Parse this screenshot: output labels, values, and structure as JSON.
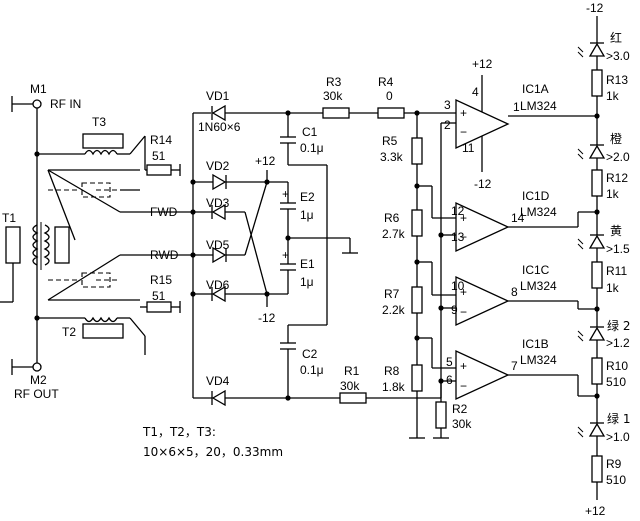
{
  "ports": {
    "m1": "M1",
    "rf_in": "RF IN",
    "m2": "M2",
    "rf_out": "RF OUT",
    "fwd": "FWD",
    "rwd": "RWD"
  },
  "transformers": {
    "t1": "T1",
    "t2": "T2",
    "t3": "T3"
  },
  "resistors": {
    "r14": {
      "name": "R14",
      "value": "51"
    },
    "r15": {
      "name": "R15",
      "value": "51"
    },
    "r3": {
      "name": "R3",
      "value": "30k"
    },
    "r4": {
      "name": "R4",
      "value": "0"
    },
    "r1": {
      "name": "R1",
      "value": "30k"
    },
    "r5": {
      "name": "R5",
      "value": "3.3k"
    },
    "r6": {
      "name": "R6",
      "value": "2.7k"
    },
    "r7": {
      "name": "R7",
      "value": "2.2k"
    },
    "r8": {
      "name": "R8",
      "value": "1.8k"
    },
    "r2": {
      "name": "R2",
      "value": "30k"
    },
    "r13": {
      "name": "R13",
      "value": "1k"
    },
    "r12": {
      "name": "R12",
      "value": "1k"
    },
    "r11": {
      "name": "R11",
      "value": "1k"
    },
    "r10": {
      "name": "R10",
      "value": "510"
    },
    "r9": {
      "name": "R9",
      "value": "510"
    }
  },
  "diodes": {
    "vd1": "VD1",
    "vd1_type": "1N60×6",
    "vd2": "VD2",
    "vd3": "VD3",
    "vd4": "VD4",
    "vd5": "VD5",
    "vd6": "VD6"
  },
  "capacitors": {
    "c1": {
      "name": "C1",
      "value": "0.1μ"
    },
    "c2": {
      "name": "C2",
      "value": "0.1μ"
    },
    "e2": {
      "name": "E2",
      "value": "1μ"
    },
    "e1": {
      "name": "E1",
      "value": "1μ"
    }
  },
  "supplies": {
    "plus12": "+12",
    "minus12": "−12",
    "minus12b": "-12"
  },
  "opamps": {
    "ic1a": {
      "name": "IC1A",
      "type": "LM324",
      "in_p": "3",
      "in_n": "2",
      "out": "1",
      "vcc": "4",
      "vee": "11"
    },
    "ic1d": {
      "name": "IC1D",
      "type": "LM324",
      "in_p": "12",
      "in_n": "13",
      "out": "14"
    },
    "ic1c": {
      "name": "IC1C",
      "type": "LM324",
      "in_p": "10",
      "in_n": "9",
      "out": "8"
    },
    "ic1b": {
      "name": "IC1B",
      "type": "LM324",
      "in_p": "5",
      "in_n": "6",
      "out": "7"
    }
  },
  "leds": {
    "red": {
      "color": "红",
      "thr": ">3.0"
    },
    "orange": {
      "color": "橙",
      "thr": ">2.0"
    },
    "yellow": {
      "color": "黄",
      "thr": ">1.5"
    },
    "green2": {
      "color": "绿 2",
      "thr": ">1.2"
    },
    "green1": {
      "color": "绿 1",
      "thr": ">1.0"
    }
  },
  "note": {
    "line1": "T1，T2，T3:",
    "line2": "10×6×5，20，0.33mm"
  }
}
